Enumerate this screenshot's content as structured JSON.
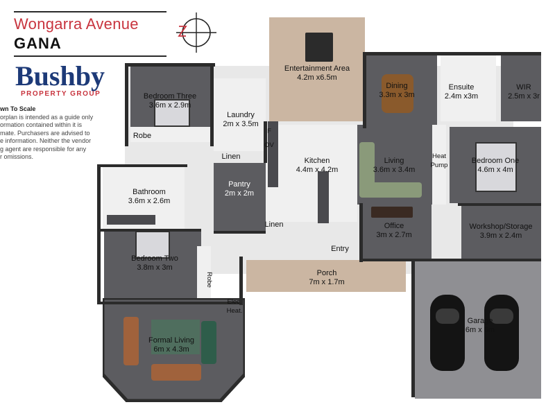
{
  "header": {
    "street": "Wongarra Avenue",
    "suburb": "GANA"
  },
  "logo": {
    "name": "Bushby",
    "tagline": "PROPERTY GROUP"
  },
  "disclaimer": {
    "heading": "wn To Scale",
    "lines": [
      "orplan is intended as a guide only",
      "ormation contained within it is",
      "mate. Purchasers are advised to",
      "e information. Neither the vendor",
      "g agent are responsible for any",
      "r omissions."
    ]
  },
  "rooms": {
    "entertainment": {
      "name": "Entertainment Area",
      "size": "4.2m x6.5m"
    },
    "bedroom_three": {
      "name": "Bedroom Three",
      "size": "3.6m x 2.9m"
    },
    "laundry": {
      "name": "Laundry",
      "size": "2m x 3.5m"
    },
    "dining": {
      "name": "Dining",
      "size": "3.3m x 3m"
    },
    "ensuite": {
      "name": "Ensuite",
      "size": "2.4m x3m"
    },
    "wir": {
      "name": "WIR",
      "size": "2.5m x 3r"
    },
    "kitchen": {
      "name": "Kitchen",
      "size": "4.4m x 4.2m"
    },
    "living": {
      "name": "Living",
      "size": "3.6m x 3.4m"
    },
    "bedroom_one": {
      "name": "Bedroom One",
      "size": "4.6m x 4m"
    },
    "pantry": {
      "name": "Pantry",
      "size": "2m x 2m"
    },
    "bathroom": {
      "name": "Bathroom",
      "size": "3.6m x 2.6m"
    },
    "office": {
      "name": "Office",
      "size": "3m x 2.7m"
    },
    "workshop": {
      "name": "Workshop/Storage",
      "size": "3.9m x 2.4m"
    },
    "bedroom_two": {
      "name": "Bedroom Two",
      "size": "3.8m x 3m"
    },
    "porch": {
      "name": "Porch",
      "size": "7m x 1.7m"
    },
    "garage": {
      "name": "Garage",
      "size": "6m x 6m"
    },
    "formal_living": {
      "name": "Formal Living",
      "size": "6m x 4.3m"
    }
  },
  "fixtures": {
    "robe_top": "Robe",
    "robe_side": "Robe",
    "linen_top": "Linen",
    "linen_bottom": "Linen",
    "entry": "Entry",
    "heat_pump_1": "Heat",
    "heat_pump_2": "Pump",
    "elec_heat_1": "Elec.",
    "elec_heat_2": "Heat.",
    "oven": "OV",
    "fridge": "F"
  },
  "colors": {
    "brand_red": "#c8343e",
    "brand_blue": "#1d3a78",
    "carpet": "#5c5c60",
    "tile": "#e8e8e8",
    "deck": "#cbb6a2"
  }
}
